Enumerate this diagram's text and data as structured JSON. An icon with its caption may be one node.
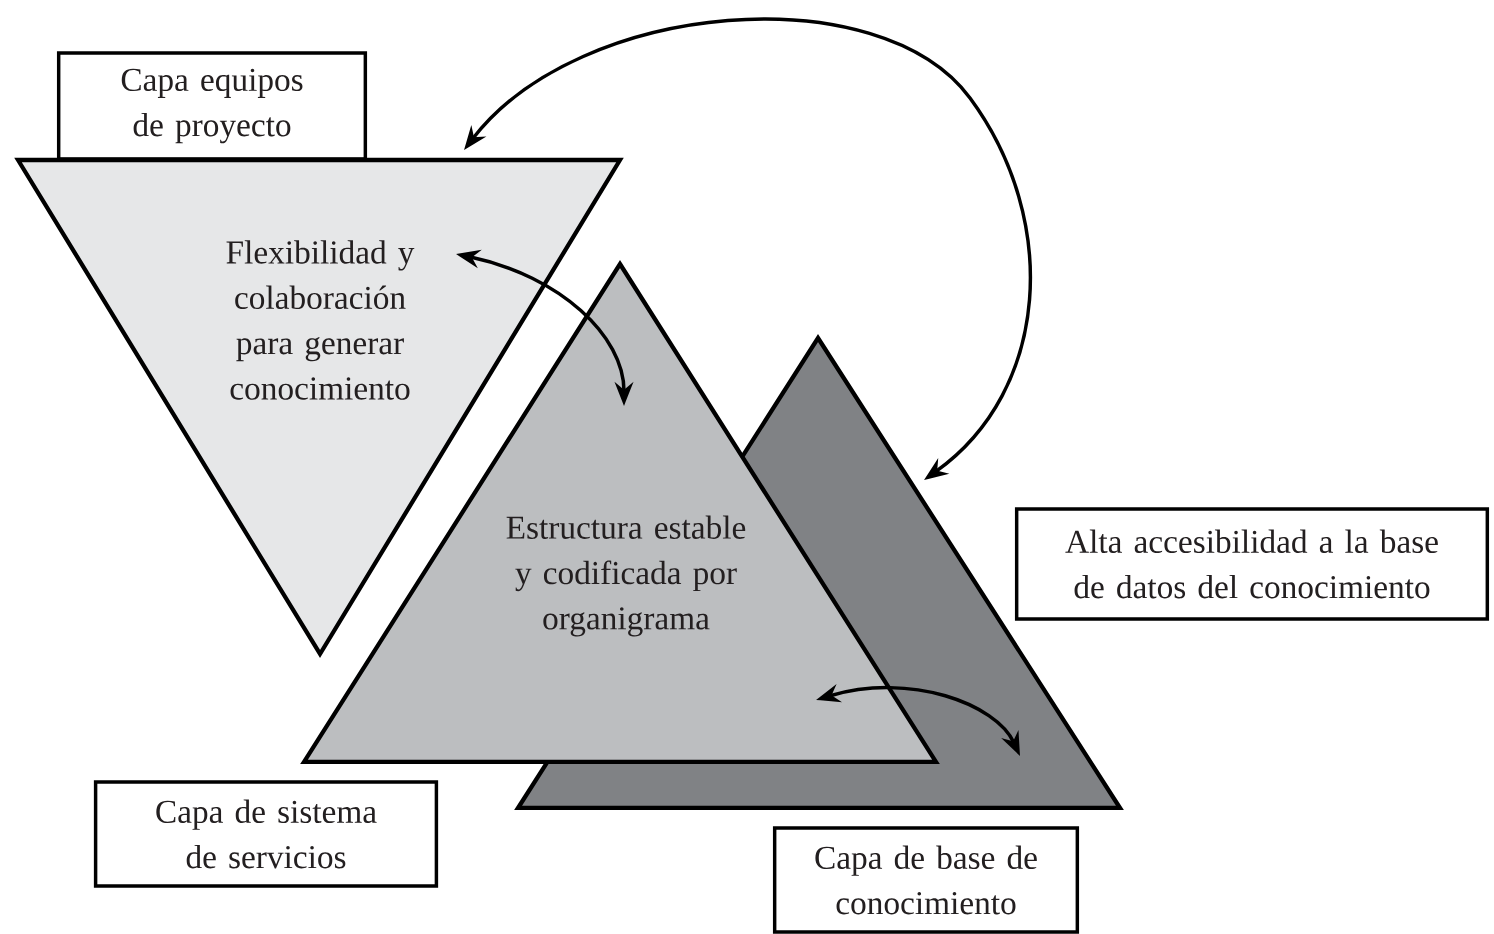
{
  "diagram": {
    "nodes": [
      {
        "text": [
          "Capa equipos de proyecto"
        ]
      },
      {
        "text": [
          "Flexibilidad y colaboración para generar conocimiento"
        ]
      },
      {
        "text": [
          "Estructura estable y codificada por organigrama"
        ]
      },
      {
        "text": [],
        "shape": "triangle"
      },
      {
        "text": [
          "Alta accesibilidad a la base de datos del conocimiento"
        ]
      },
      {
        "text": [
          "Capa de sistema de servicios"
        ]
      },
      {
        "text": [
          "Capa de base de conocimiento"
        ]
      }
    ],
    "edges": [
      {
        "from": 1,
        "to": 2,
        "arrow": "both"
      },
      {
        "from": 2,
        "to": 3,
        "arrow": "both"
      },
      {
        "from": 1,
        "to": 3,
        "arrow": "both"
      }
    ]
  }
}
